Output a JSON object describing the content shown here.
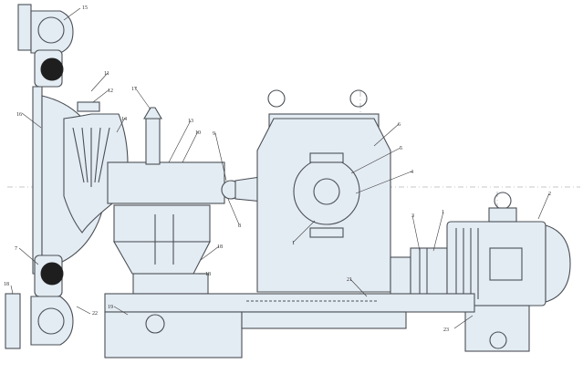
{
  "callouts": [
    {
      "id": "c15",
      "text": "15"
    },
    {
      "id": "c11",
      "text": "11"
    },
    {
      "id": "c12",
      "text": "12"
    },
    {
      "id": "c17",
      "text": "17"
    },
    {
      "id": "c16",
      "text": "16"
    },
    {
      "id": "c14",
      "text": "14"
    },
    {
      "id": "c13",
      "text": "13"
    },
    {
      "id": "c10",
      "text": "10"
    },
    {
      "id": "c9",
      "text": "9"
    },
    {
      "id": "c6",
      "text": "6"
    },
    {
      "id": "c5",
      "text": "5"
    },
    {
      "id": "c4",
      "text": "4"
    },
    {
      "id": "c8",
      "text": "8"
    },
    {
      "id": "c1a",
      "text": "1"
    },
    {
      "id": "c1b",
      "text": "1"
    },
    {
      "id": "c3",
      "text": "3"
    },
    {
      "id": "c2",
      "text": "2"
    },
    {
      "id": "c7",
      "text": "7"
    },
    {
      "id": "c18a",
      "text": "18"
    },
    {
      "id": "c18b",
      "text": "18"
    },
    {
      "id": "c21",
      "text": "21"
    },
    {
      "id": "c19",
      "text": "19"
    },
    {
      "id": "c22",
      "text": "22"
    },
    {
      "id": "c23",
      "text": "23"
    }
  ],
  "colors": {
    "line": "#4a4f55",
    "fill": "#e4ecf3",
    "ball": "#1e1e1e",
    "background": "#ffffff"
  }
}
